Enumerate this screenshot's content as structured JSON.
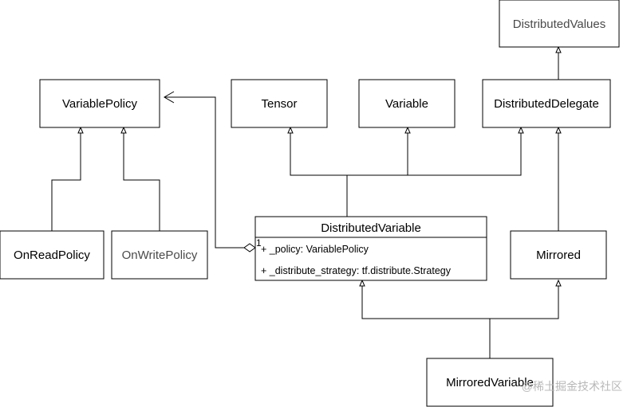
{
  "classes": {
    "distributed_values": "DistributedValues",
    "variable_policy": "VariablePolicy",
    "tensor": "Tensor",
    "variable": "Variable",
    "distributed_delegate": "DistributedDelegate",
    "on_read_policy": "OnReadPolicy",
    "on_write_policy": "OnWritePolicy",
    "distributed_variable": "DistributedVariable",
    "mirrored": "Mirrored",
    "mirrored_variable": "MirroredVariable"
  },
  "distributed_variable_attributes": [
    "+ _policy: VariablePolicy",
    "+ _distribute_strategy: tf.distribute.Strategy"
  ],
  "association_multiplicity": "1",
  "watermark": "@稀土掘金技术社区"
}
